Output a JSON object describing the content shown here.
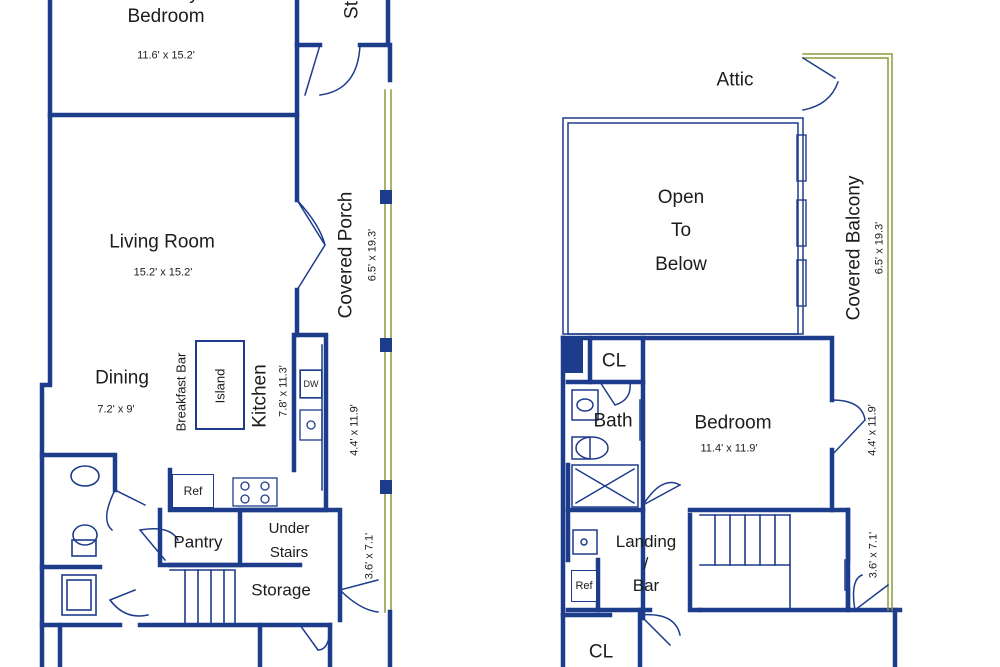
{
  "rooms": {
    "primary_bedroom": {
      "name": "Primary\nBedroom",
      "dim": "11.6' x 15.2'"
    },
    "storage_top": {
      "name": "St"
    },
    "living_room": {
      "name": "Living Room",
      "dim": "15.2' x 15.2'"
    },
    "covered_porch": {
      "name": "Covered Porch",
      "dim": "6.5' x 19.3'"
    },
    "dining": {
      "name": "Dining",
      "dim": "7.2' x 9'"
    },
    "breakfast_bar": {
      "name": "Breakfast Bar"
    },
    "island": {
      "name": "Island"
    },
    "kitchen": {
      "name": "Kitchen",
      "dim": "7.8' x 11.3'"
    },
    "porch_lower": {
      "dim_1": "4.4' x 11.9'",
      "dim_2": "3.6' x 7.1'"
    },
    "pantry": {
      "name": "Pantry"
    },
    "under_stairs": {
      "name": "Under\nStairs"
    },
    "storage": {
      "name": "Storage"
    },
    "attic": {
      "name": "Attic"
    },
    "open_to_below": {
      "name": "Open\nTo\nBelow"
    },
    "covered_balcony": {
      "name": "Covered Balcony",
      "dim": "6.5' x 19.3'"
    },
    "closet_upper": {
      "name": "CL"
    },
    "bath": {
      "name": "Bath"
    },
    "bedroom": {
      "name": "Bedroom",
      "dim": "11.4' x 11.9'"
    },
    "balcony_lower": {
      "dim_1": "4.4' x 11.9'",
      "dim_2": "3.6' x 7.1'"
    },
    "landing": {
      "name": "Landing\n/\nBar"
    },
    "closet_lower": {
      "name": "CL"
    }
  },
  "appliances": {
    "dishwasher": "DW",
    "fridge_ground": "Ref",
    "fridge_upper": "Ref"
  },
  "colors": {
    "wall": "#1e3c8c",
    "balcony_rail": "#8c9a3c"
  }
}
